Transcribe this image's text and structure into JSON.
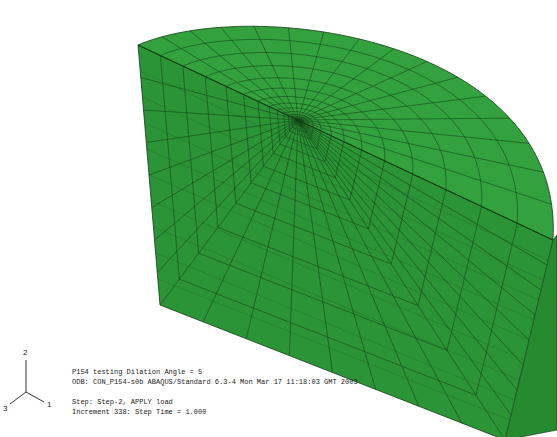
{
  "diagram": {
    "labels": [
      "2",
      "3",
      "1",
      "P154 testing Dilation Angle = 5",
      "ODB: CON_P154-s0b     ABAQUS/Standard 6.3-4     Mon Mar 17 11:18:03 GMT 2003",
      "Step: Step-2, APPLY load",
      "Increment    338: Step Time =    1.000"
    ]
  }
}
